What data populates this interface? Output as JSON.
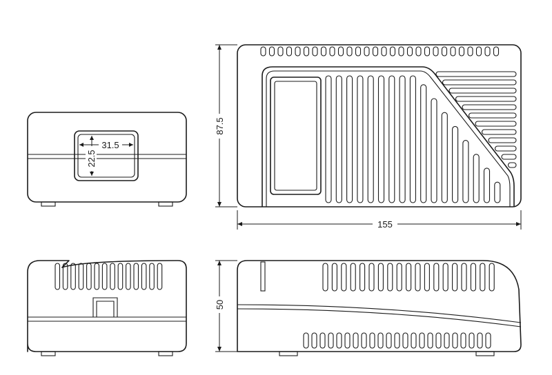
{
  "dimensions": {
    "window_width": "31.5",
    "window_height": "22.5",
    "front_height": "87.5",
    "front_width": "155",
    "side_height": "50"
  }
}
